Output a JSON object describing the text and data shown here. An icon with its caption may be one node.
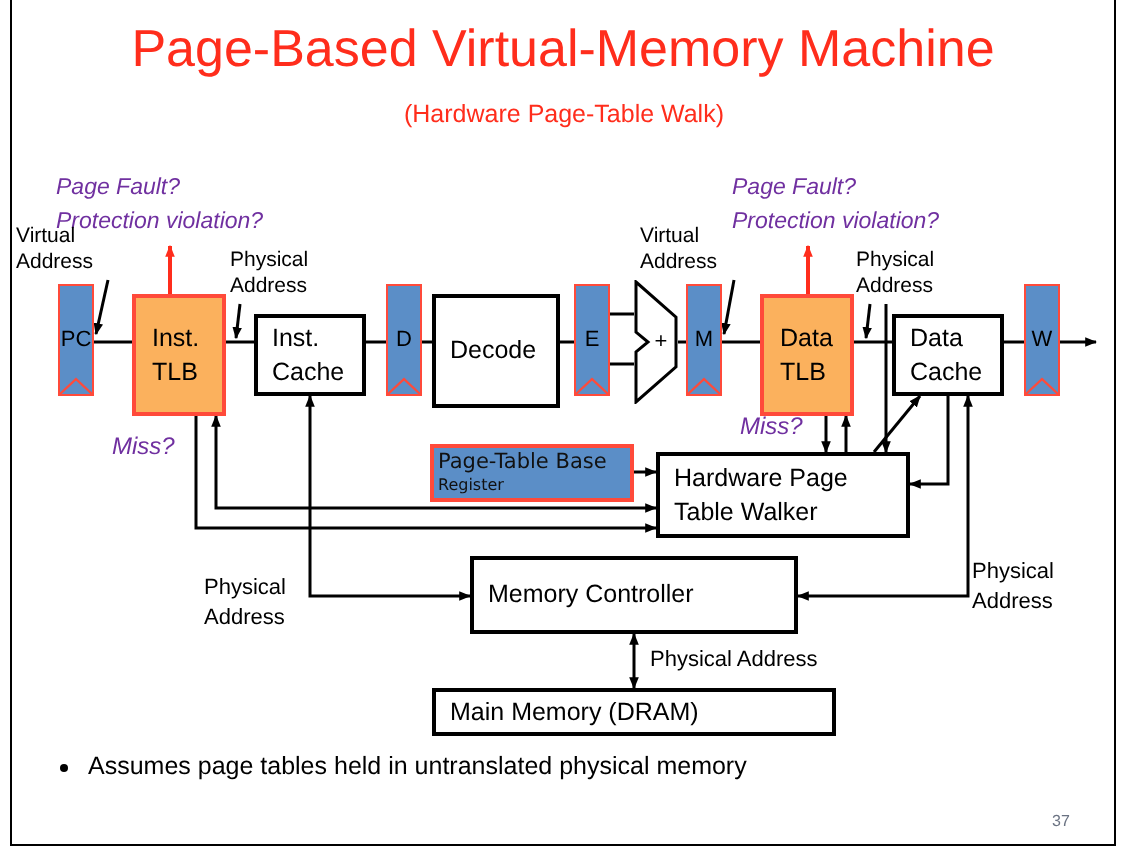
{
  "diagram": {
    "title": "Page-Based Virtual-Memory Machine",
    "nodes": [
      {
        "text": [
          "PC"
        ]
      },
      {
        "text": [
          "Inst. TLB"
        ]
      },
      {
        "text": [
          "Inst. Cache"
        ]
      },
      {
        "text": [
          "D"
        ]
      },
      {
        "text": [
          "Decode"
        ]
      },
      {
        "text": [
          "E"
        ]
      },
      {
        "text": [
          "+"
        ]
      },
      {
        "text": [
          "M"
        ]
      },
      {
        "text": [
          "Data TLB"
        ]
      },
      {
        "text": [
          "Data Cache"
        ]
      },
      {
        "text": [
          "W"
        ]
      },
      {
        "text": [
          "Page-Table Base",
          "Register"
        ]
      },
      {
        "text": [
          "Hardware Page Table Walker"
        ]
      },
      {
        "text": [
          "Memory Controller"
        ]
      },
      {
        "text": [
          "Main Memory (DRAM)"
        ]
      },
      {
        "text": [
          "Page Fault?",
          "Protection violation?"
        ]
      },
      {
        "text": [
          "Page Fault?",
          "Protection violation?"
        ]
      },
      {
        "text": [
          "Virtual Address"
        ]
      },
      {
        "text": [
          "Physical Address"
        ]
      },
      {
        "text": [
          "Virtual Address"
        ]
      },
      {
        "text": [
          "Physical Address"
        ]
      }
    ],
    "edges": [
      {
        "from": 0,
        "to": 1,
        "arrow": "none"
      },
      {
        "from": 1,
        "to": 2,
        "arrow": "none"
      },
      {
        "from": 2,
        "to": 3,
        "arrow": "none"
      },
      {
        "from": 3,
        "to": 4,
        "arrow": "none"
      },
      {
        "from": 4,
        "to": 5,
        "arrow": "none"
      },
      {
        "from": 5,
        "to": 6,
        "arrow": "none"
      },
      {
        "from": 5,
        "to": 6,
        "arrow": "none"
      },
      {
        "from": 6,
        "to": 7,
        "arrow": "none"
      },
      {
        "from": 7,
        "to": 8,
        "arrow": "none"
      },
      {
        "from": 8,
        "to": 9,
        "arrow": "none"
      },
      {
        "from": 9,
        "to": 10,
        "arrow": "none"
      },
      {
        "from": 10,
        "to": null,
        "arrow": "to"
      },
      {
        "from": 1,
        "to": 15,
        "arrow": "to",
        "color": "#ff2d1c"
      },
      {
        "from": 8,
        "to": 16,
        "arrow": "to",
        "color": "#ff2d1c"
      },
      {
        "from": 11,
        "to": 12,
        "arrow": "to"
      },
      {
        "from": 12,
        "to": 1,
        "arrow": "both"
      },
      {
        "from": 1,
        "to": 12,
        "arrow": "to"
      },
      {
        "from": 2,
        "to": 13,
        "arrow": "both"
      },
      {
        "from": 9,
        "to": 13,
        "arrow": "both"
      },
      {
        "from": 9,
        "to": 12,
        "arrow": "to"
      },
      {
        "from": 12,
        "to": 9,
        "arrow": "to"
      },
      {
        "from": 8,
        "to": 12,
        "arrow": "to"
      },
      {
        "from": 12,
        "to": 8,
        "arrow": "to"
      },
      {
        "from": 20,
        "to": 12,
        "arrow": "to"
      },
      {
        "from": 13,
        "to": 14,
        "arrow": "both",
        "label": "Physical Address"
      },
      {
        "from": 17,
        "to": 0,
        "arrow": "to"
      },
      {
        "from": 18,
        "to": null,
        "arrow": "to"
      },
      {
        "from": 19,
        "to": 7,
        "arrow": "to"
      },
      {
        "from": 20,
        "to": null,
        "arrow": "to"
      }
    ],
    "labels": [
      "(Hardware Page-Table Walk)",
      "Miss?",
      "Miss?",
      "Physical Address",
      "Physical Address",
      "Assumes page tables held in untranslated physical memory",
      "37"
    ]
  }
}
